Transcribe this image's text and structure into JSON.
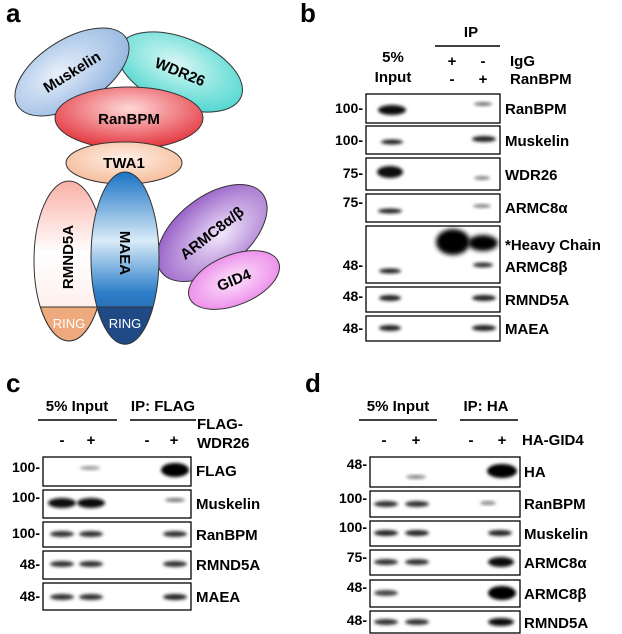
{
  "panels": {
    "a": {
      "letter": "a",
      "proteins": {
        "muskelin": "Muskelin",
        "wdr26": "WDR26",
        "ranbpm": "RanBPM",
        "twa1": "TWA1",
        "rmnd5a": "RMND5A",
        "maea": "MAEA",
        "armc8": "ARMC8α/β",
        "gid4": "GID4",
        "ring_rmnd5a": "RING",
        "ring_maea": "RING"
      },
      "colors": {
        "muskelin": "#a8c4e6",
        "wdr26": "#62ddd6",
        "ranbpm": "#e8333b",
        "twa1": "#f7c3a2",
        "rmnd5a": "#f59a8e",
        "maea": "#1e7cc6",
        "armc8": "#8b50c0",
        "gid4": "#ea7ee8"
      }
    },
    "b": {
      "letter": "b",
      "input_pct": "5%",
      "input_label": "Input",
      "ip_label": "IP",
      "conditions": [
        {
          "name": "IgG",
          "lanes": [
            "+",
            "-"
          ]
        },
        {
          "name": "RanBPM",
          "lanes": [
            "-",
            "+"
          ]
        }
      ],
      "blots": [
        {
          "mw": "100-",
          "label": "RanBPM"
        },
        {
          "mw": "100-",
          "label": "Muskelin"
        },
        {
          "mw": "75-",
          "label": "WDR26"
        },
        {
          "mw": "75-",
          "label": "ARMC8α"
        },
        {
          "mw": "48-",
          "label": "*Heavy Chain",
          "label2": "ARMC8β"
        },
        {
          "mw": "48-",
          "label": "RMND5A"
        },
        {
          "mw": "48-",
          "label": "MAEA"
        }
      ]
    },
    "c": {
      "letter": "c",
      "input_label": "5% Input",
      "ip_label": "IP: FLAG",
      "condition_line1": "FLAG-",
      "condition_line2": "WDR26",
      "lanes": [
        "-",
        "+",
        "-",
        "+"
      ],
      "blots": [
        {
          "mw": "100-",
          "label": "FLAG"
        },
        {
          "mw": "100-",
          "label": "Muskelin"
        },
        {
          "mw": "100-",
          "label": "RanBPM"
        },
        {
          "mw": "48-",
          "label": "RMND5A"
        },
        {
          "mw": "48-",
          "label": "MAEA"
        }
      ]
    },
    "d": {
      "letter": "d",
      "input_label": "5% Input",
      "ip_label": "IP: HA",
      "condition": "HA-GID4",
      "lanes": [
        "-",
        "+",
        "-",
        "+"
      ],
      "blots": [
        {
          "mw": "48-",
          "label": "HA"
        },
        {
          "mw": "100-",
          "label": "RanBPM"
        },
        {
          "mw": "100-",
          "label": "Muskelin"
        },
        {
          "mw": "75-",
          "label": "ARMC8α"
        },
        {
          "mw": "48-",
          "label": "ARMC8β"
        },
        {
          "mw": "48-",
          "label": "RMND5A"
        }
      ]
    }
  }
}
